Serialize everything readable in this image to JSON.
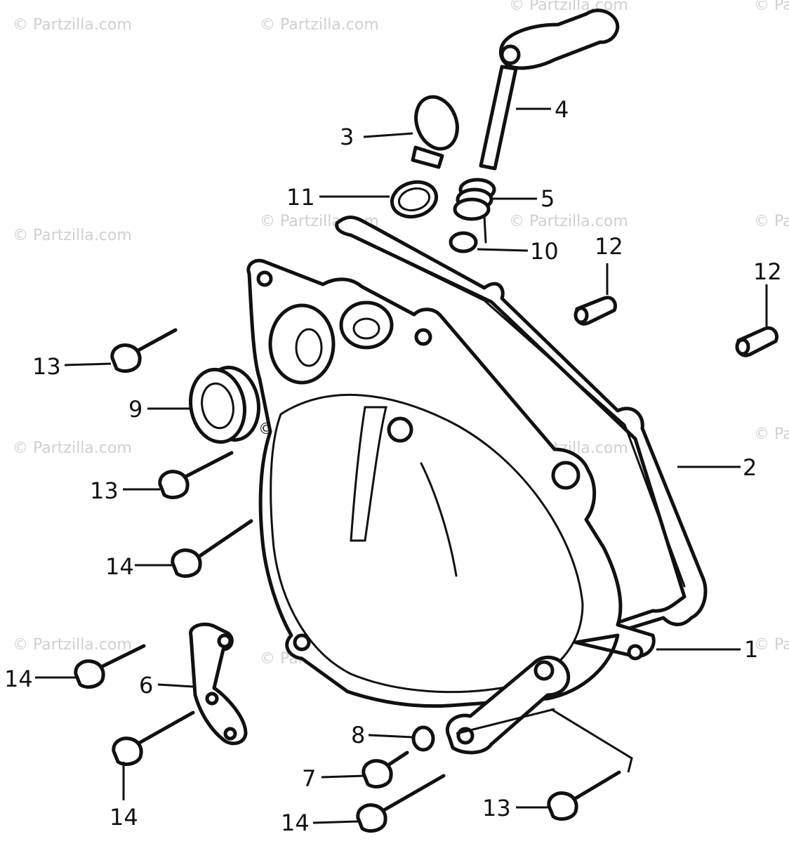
{
  "diagram": {
    "watermark_text": "© Partzilla.com",
    "callouts": [
      {
        "id": "c1",
        "label": "1"
      },
      {
        "id": "c2",
        "label": "2"
      },
      {
        "id": "c3",
        "label": "3"
      },
      {
        "id": "c4",
        "label": "4"
      },
      {
        "id": "c5",
        "label": "5"
      },
      {
        "id": "c6",
        "label": "6"
      },
      {
        "id": "c7",
        "label": "7"
      },
      {
        "id": "c8",
        "label": "8"
      },
      {
        "id": "c9",
        "label": "9"
      },
      {
        "id": "c10",
        "label": "10"
      },
      {
        "id": "c11",
        "label": "11"
      },
      {
        "id": "c12a",
        "label": "12"
      },
      {
        "id": "c12b",
        "label": "12"
      },
      {
        "id": "c13a",
        "label": "13"
      },
      {
        "id": "c13b",
        "label": "13"
      },
      {
        "id": "c13c",
        "label": "13"
      },
      {
        "id": "c14a",
        "label": "14"
      },
      {
        "id": "c14b",
        "label": "14"
      },
      {
        "id": "c14c",
        "label": "14"
      },
      {
        "id": "c14d",
        "label": "14"
      }
    ]
  }
}
